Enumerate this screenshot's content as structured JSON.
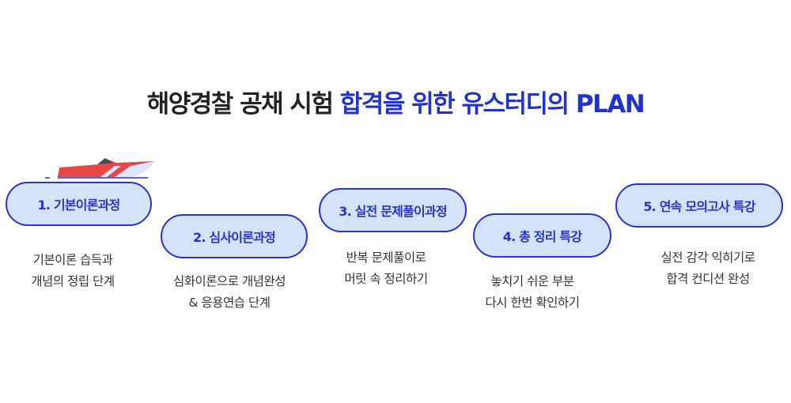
{
  "title": {
    "part1": "해양경찰 공채 시험 ",
    "part2": "합격을 위한 유스터디의 PLAN"
  },
  "steps": [
    {
      "label": "1. 기본이론과정",
      "desc": [
        "기본이론 습득과",
        "개념의 정립 단계"
      ]
    },
    {
      "label": "2. 심사이론과정",
      "desc": [
        "심화이론으로 개념완성",
        "& 응용연습 단계"
      ]
    },
    {
      "label": "3. 실전 문제풀이과정",
      "desc": [
        "반복 문제풀이로",
        "머릿 속 정리하기"
      ]
    },
    {
      "label": "4. 총 정리 특강",
      "desc": [
        "놓치기 쉬운 부분",
        "다시 한번 확인하기"
      ]
    },
    {
      "label": "5. 연속 모의고사 특강",
      "desc": [
        "실전 감각 익히기로",
        "합격 컨디션 완성"
      ]
    }
  ],
  "colors": {
    "accent": "#2a34c6",
    "pill_fill": "#d5e3f8",
    "boat": "#e84545"
  }
}
